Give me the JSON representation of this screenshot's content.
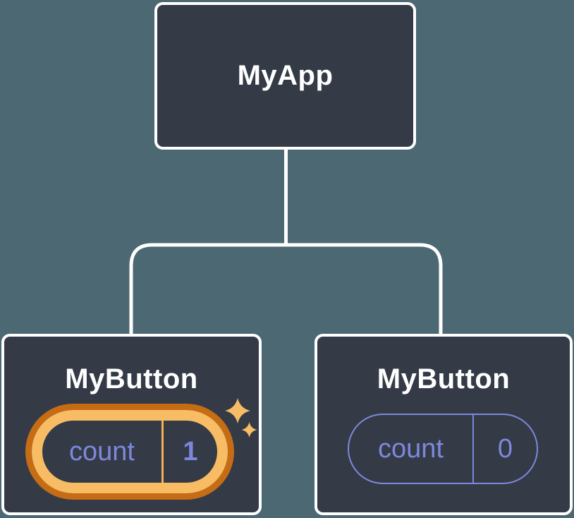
{
  "palette": {
    "background": "#4C6872",
    "node_fill": "#343B47",
    "node_border": "#FFFFFF",
    "connector": "#FFFFFF",
    "state_purple": "#7D88DC",
    "highlight_gold": "#F8BC64",
    "highlight_dark_orange": "#C56C15",
    "highlight_divider": "#F2B157",
    "sparkle_gold": "#F7BD66"
  },
  "tree": {
    "root": {
      "label": "MyApp"
    },
    "children": [
      {
        "label": "MyButton",
        "highlighted": true,
        "state": {
          "key": "count",
          "value": "1"
        }
      },
      {
        "label": "MyButton",
        "highlighted": false,
        "state": {
          "key": "count",
          "value": "0"
        }
      }
    ]
  }
}
